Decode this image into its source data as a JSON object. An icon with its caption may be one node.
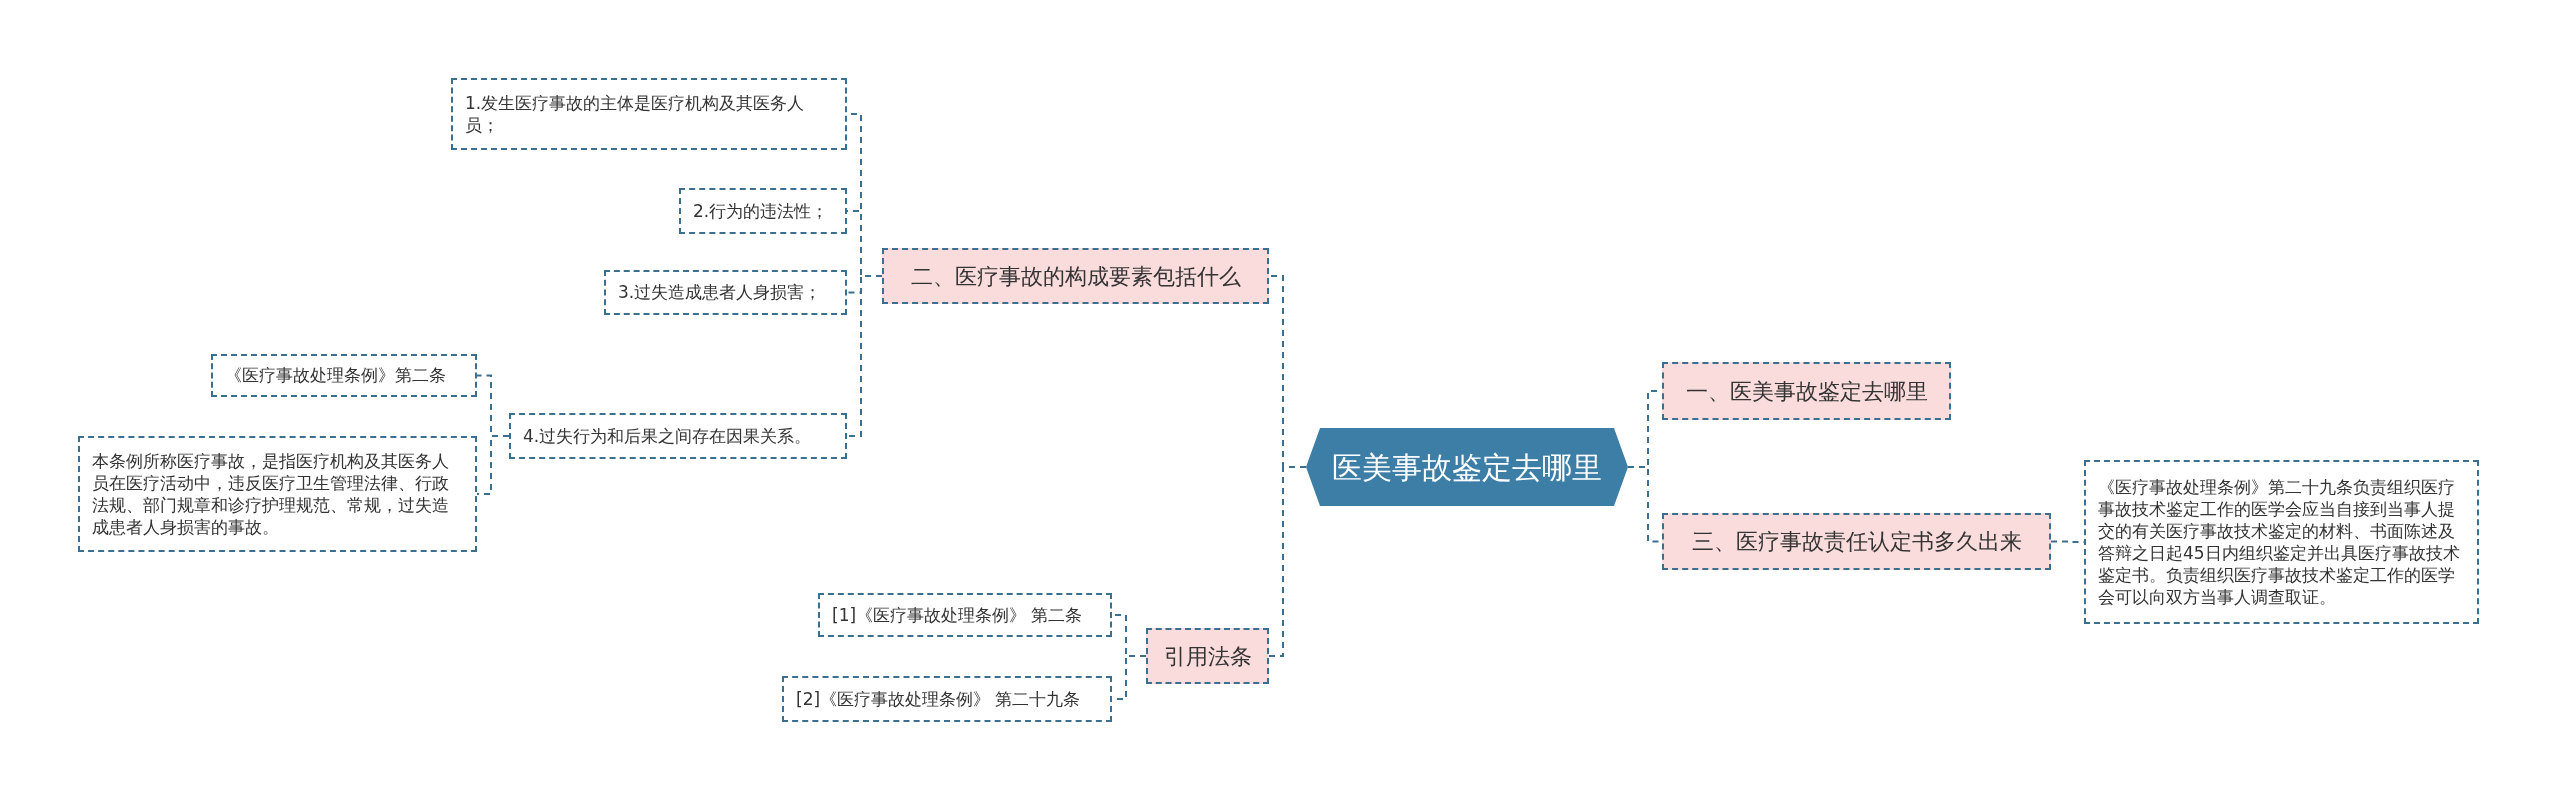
{
  "diagram": {
    "nodes": [
      {
        "text": [
          "医美事故鉴定去哪里"
        ]
      },
      {
        "text": [
          "二、医疗事故的构成要素包括什么"
        ]
      },
      {
        "text": [
          "1.发生医疗事故的主体是医疗机构及其医务人员；"
        ]
      },
      {
        "text": [
          "2.行为的违法性；"
        ]
      },
      {
        "text": [
          "3.过失造成患者人身损害；"
        ]
      },
      {
        "text": [
          "4.过失行为和后果之间存在因果关系。"
        ]
      },
      {
        "text": [
          "《医疗事故处理条例》第二条"
        ]
      },
      {
        "text": [
          "本条例所称医疗事故，是指医疗机构及其医务人员在医疗活动中，违反医疗卫生管理法律、行政法规、部门规章和诊疗护理规范、常规，过失造成患者人身损害的事故。"
        ]
      },
      {
        "text": [
          "引用法条"
        ]
      },
      {
        "text": [
          "[1]《医疗事故处理条例》 第二条"
        ]
      },
      {
        "text": [
          "[2]《医疗事故处理条例》 第二十九条"
        ]
      },
      {
        "text": [
          "一、医美事故鉴定去哪里"
        ]
      },
      {
        "text": [
          "三、医疗事故责任认定书多久出来"
        ]
      },
      {
        "text": [
          "《医疗事故处理条例》第二十九条负责组织医疗事故技术鉴定工作的医学会应当自接到当事人提交的有关医疗事故技术鉴定的材料、书面陈述及答辩之日起45日内组织鉴定并出具医疗事故技术鉴定书。负责组织医疗事故技术鉴定工作的医学会可以向双方当事人调查取证。"
        ]
      }
    ],
    "edges": [
      {
        "from": 0,
        "to": 1,
        "arrow": "none"
      },
      {
        "from": 0,
        "to": 8,
        "arrow": "none"
      },
      {
        "from": 0,
        "to": 11,
        "arrow": "none"
      },
      {
        "from": 0,
        "to": 12,
        "arrow": "none"
      },
      {
        "from": 1,
        "to": 2,
        "arrow": "none"
      },
      {
        "from": 1,
        "to": 3,
        "arrow": "none"
      },
      {
        "from": 1,
        "to": 4,
        "arrow": "none"
      },
      {
        "from": 1,
        "to": 5,
        "arrow": "none"
      },
      {
        "from": 5,
        "to": 6,
        "arrow": "none"
      },
      {
        "from": 5,
        "to": 7,
        "arrow": "none"
      },
      {
        "from": 8,
        "to": 9,
        "arrow": "none"
      },
      {
        "from": 8,
        "to": 10,
        "arrow": "none"
      },
      {
        "from": 12,
        "to": 13,
        "arrow": "none"
      }
    ]
  }
}
